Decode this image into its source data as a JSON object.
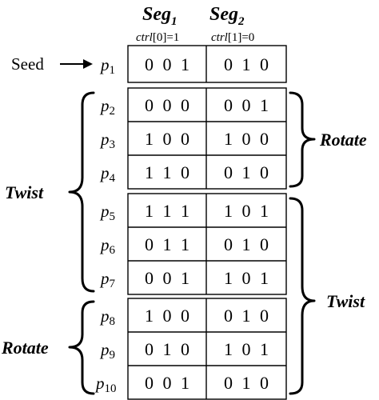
{
  "headers": {
    "seg1": {
      "name": "Seg",
      "sub": "1",
      "ctrl_name": "ctrl",
      "ctrl_rest": "[0]=1"
    },
    "seg2": {
      "name": "Seg",
      "sub": "2",
      "ctrl_name": "ctrl",
      "ctrl_rest": "[1]=0"
    }
  },
  "seed_label": "Seed",
  "rows": [
    {
      "p": "p",
      "sub": "1",
      "seg1": "0 0 1",
      "seg2": "0 1 0"
    },
    {
      "p": "p",
      "sub": "2",
      "seg1": "0 0 0",
      "seg2": "0 0 1"
    },
    {
      "p": "p",
      "sub": "3",
      "seg1": "1 0 0",
      "seg2": "1 0 0"
    },
    {
      "p": "p",
      "sub": "4",
      "seg1": "1 1 0",
      "seg2": "0 1 0"
    },
    {
      "p": "p",
      "sub": "5",
      "seg1": "1 1 1",
      "seg2": "1 0 1"
    },
    {
      "p": "p",
      "sub": "6",
      "seg1": "0 1 1",
      "seg2": "0 1 0"
    },
    {
      "p": "p",
      "sub": "7",
      "seg1": "0 0 1",
      "seg2": "1 0 1"
    },
    {
      "p": "p",
      "sub": "8",
      "seg1": "1 0 0",
      "seg2": "0 1 0"
    },
    {
      "p": "p",
      "sub": "9",
      "seg1": "0 1 0",
      "seg2": "1 0 1"
    },
    {
      "p": "p",
      "sub": "10",
      "seg1": "0 0 1",
      "seg2": "0 1 0"
    }
  ],
  "annotations": {
    "left_twist": "Twist",
    "left_rotate": "Rotate",
    "right_rotate": "Rotate",
    "right_twist": "Twist"
  }
}
